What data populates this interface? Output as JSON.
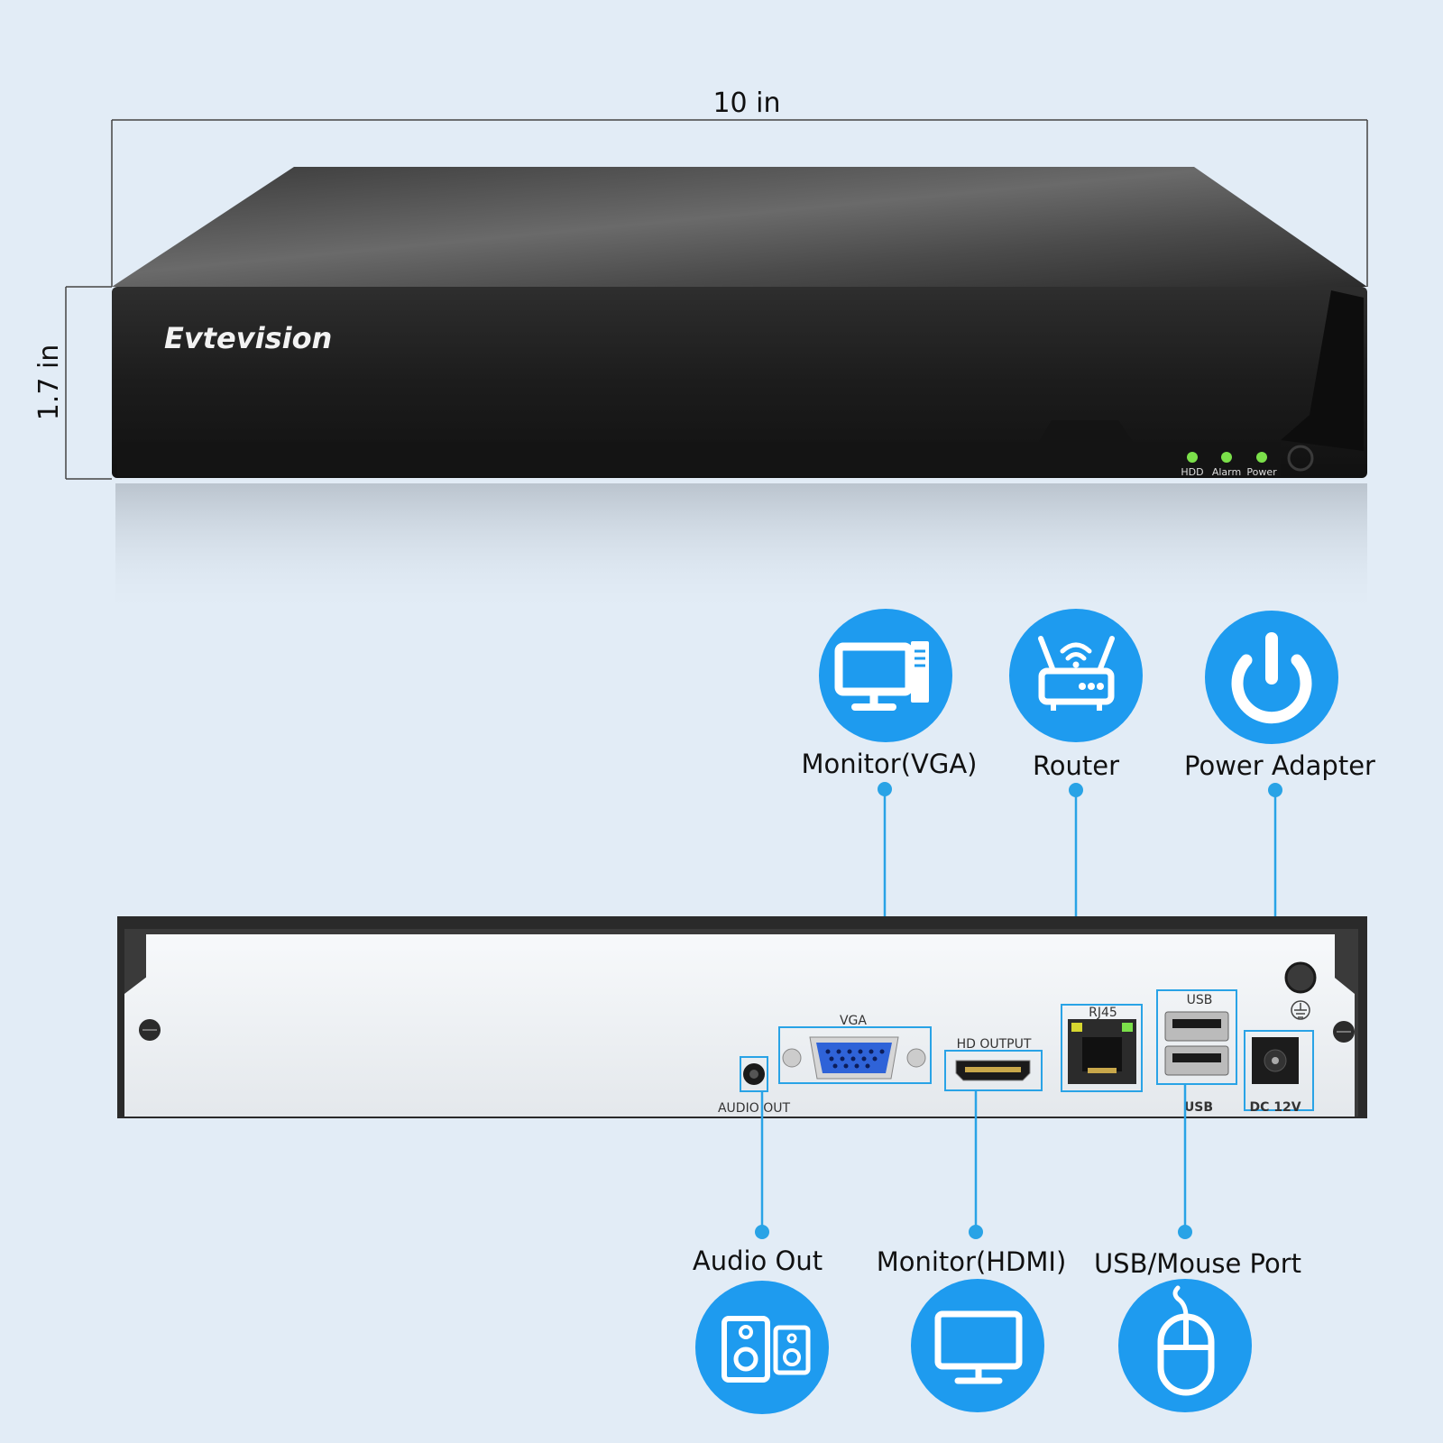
{
  "dimensions": {
    "width_label": "10 in",
    "height_label": "1.7 in"
  },
  "front": {
    "brand": "Evtevision",
    "leds": [
      {
        "label": "HDD"
      },
      {
        "label": "Alarm"
      },
      {
        "label": "Power"
      }
    ]
  },
  "rear": {
    "port_labels": {
      "vga": "VGA",
      "hd_output": "HD OUTPUT",
      "rj45": "RJ45",
      "usb_top": "USB",
      "usb_bottom": "USB",
      "audio_out": "AUDIO OUT",
      "dc": "DC 12V"
    }
  },
  "callouts": {
    "monitor_vga": {
      "label": "Monitor(VGA)",
      "icon": "desktop-computer-icon"
    },
    "router": {
      "label": "Router",
      "icon": "wifi-router-icon"
    },
    "power_adapter": {
      "label": "Power Adapter",
      "icon": "power-icon"
    },
    "audio_out": {
      "label": "Audio Out",
      "icon": "speakers-icon"
    },
    "monitor_hdmi": {
      "label": "Monitor(HDMI)",
      "icon": "monitor-icon"
    },
    "usb_mouse": {
      "label": "USB/Mouse Port",
      "icon": "mouse-icon"
    }
  },
  "colors": {
    "accent": "#1e9bef",
    "line": "#29a3e6",
    "led": "#7be04a",
    "background": "#e2ecf6"
  }
}
